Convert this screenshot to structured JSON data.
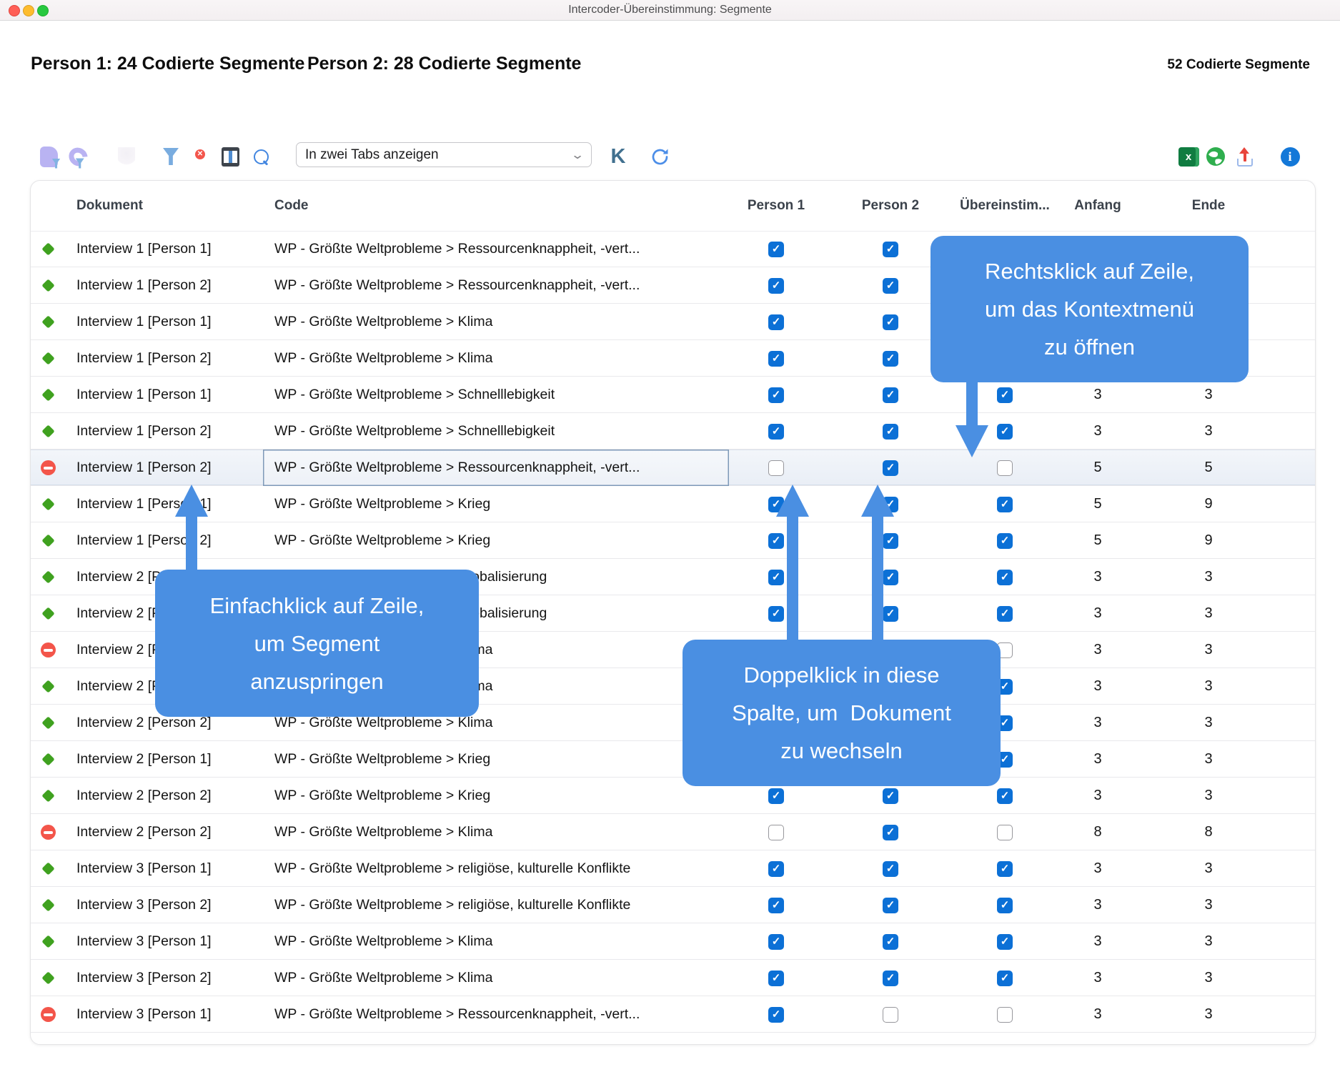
{
  "window": {
    "title": "Intercoder-Übereinstimmung: Segmente"
  },
  "summary": {
    "person1": "Person 1: 24 Codierte Segmente",
    "person2": "Person 2: 28 Codierte Segmente",
    "total": "52 Codierte Segmente"
  },
  "toolbar": {
    "dropdown_value": "In zwei Tabs anzeigen",
    "kappa_label": "K",
    "excel_label": "x",
    "info_label": "i",
    "left_icons": [
      "document-filter-icon",
      "coded-segments-filter-icon",
      "disabled-icon",
      "filter-icon",
      "remove-filter-icon",
      "table-view-icon",
      "search-icon"
    ],
    "right_icons": [
      "excel-export-icon",
      "html-export-icon",
      "upload-export-icon",
      "info-icon"
    ]
  },
  "table": {
    "columns": [
      "Dokument",
      "Code",
      "Person 1",
      "Person 2",
      "Übereinstim...",
      "Anfang",
      "Ende"
    ],
    "rows": [
      {
        "icon": "match",
        "dokument": "Interview 1 [Person 1]",
        "code": "WP - Größte Weltprobleme > Ressourcenknappheit, -vert...",
        "p1": true,
        "p2": true,
        "ue": null,
        "anfang": null,
        "ende": null,
        "selected": false
      },
      {
        "icon": "match",
        "dokument": "Interview 1 [Person 2]",
        "code": "WP - Größte Weltprobleme > Ressourcenknappheit, -vert...",
        "p1": true,
        "p2": true,
        "ue": null,
        "anfang": null,
        "ende": null,
        "selected": false
      },
      {
        "icon": "match",
        "dokument": "Interview 1 [Person 1]",
        "code": "WP - Größte Weltprobleme > Klima",
        "p1": true,
        "p2": true,
        "ue": null,
        "anfang": null,
        "ende": null,
        "selected": false
      },
      {
        "icon": "match",
        "dokument": "Interview 1 [Person 2]",
        "code": "WP - Größte Weltprobleme > Klima",
        "p1": true,
        "p2": true,
        "ue": null,
        "anfang": null,
        "ende": null,
        "selected": false
      },
      {
        "icon": "match",
        "dokument": "Interview 1 [Person 1]",
        "code": "WP - Größte Weltprobleme > Schnelllebigkeit",
        "p1": true,
        "p2": true,
        "ue": true,
        "anfang": "3",
        "ende": "3",
        "selected": false
      },
      {
        "icon": "match",
        "dokument": "Interview 1 [Person 2]",
        "code": "WP - Größte Weltprobleme > Schnelllebigkeit",
        "p1": true,
        "p2": true,
        "ue": true,
        "anfang": "3",
        "ende": "3",
        "selected": false
      },
      {
        "icon": "mismatch",
        "dokument": "Interview 1 [Person 2]",
        "code": "WP - Größte Weltprobleme > Ressourcenknappheit, -vert...",
        "p1": false,
        "p2": true,
        "ue": false,
        "anfang": "5",
        "ende": "5",
        "selected": true
      },
      {
        "icon": "match",
        "dokument": "Interview 1 [Person 1]",
        "code": "WP - Größte Weltprobleme > Krieg",
        "p1": true,
        "p2": true,
        "ue": true,
        "anfang": "5",
        "ende": "9",
        "selected": false
      },
      {
        "icon": "match",
        "dokument": "Interview 1 [Person 2]",
        "code": "WP - Größte Weltprobleme > Krieg",
        "p1": true,
        "p2": true,
        "ue": true,
        "anfang": "5",
        "ende": "9",
        "selected": false
      },
      {
        "icon": "match",
        "dokument": "Interview 2 [Person 1]",
        "code": "WP - Größte Weltprobleme > Globalisierung",
        "p1": true,
        "p2": true,
        "ue": true,
        "anfang": "3",
        "ende": "3",
        "selected": false
      },
      {
        "icon": "match",
        "dokument": "Interview 2 [Person 2]",
        "code": "WP - Größte Weltprobleme > Globalisierung",
        "p1": true,
        "p2": true,
        "ue": true,
        "anfang": "3",
        "ende": "3",
        "selected": false
      },
      {
        "icon": "mismatch",
        "dokument": "Interview 2 [Person 2]",
        "code": "WP - Größte Weltprobleme > Klima",
        "p1": null,
        "p2": null,
        "ue": false,
        "anfang": "3",
        "ende": "3",
        "selected": false
      },
      {
        "icon": "match",
        "dokument": "Interview 2 [Person 1]",
        "code": "WP - Größte Weltprobleme > Klima",
        "p1": null,
        "p2": null,
        "ue": true,
        "anfang": "3",
        "ende": "3",
        "selected": false
      },
      {
        "icon": "match",
        "dokument": "Interview 2 [Person 2]",
        "code": "WP - Größte Weltprobleme > Klima",
        "p1": null,
        "p2": null,
        "ue": true,
        "anfang": "3",
        "ende": "3",
        "selected": false
      },
      {
        "icon": "match",
        "dokument": "Interview 2 [Person 1]",
        "code": "WP - Größte Weltprobleme > Krieg",
        "p1": null,
        "p2": null,
        "ue": true,
        "anfang": "3",
        "ende": "3",
        "selected": false
      },
      {
        "icon": "match",
        "dokument": "Interview 2 [Person 2]",
        "code": "WP - Größte Weltprobleme > Krieg",
        "p1": true,
        "p2": true,
        "ue": true,
        "anfang": "3",
        "ende": "3",
        "selected": false
      },
      {
        "icon": "mismatch",
        "dokument": "Interview 2 [Person 2]",
        "code": "WP - Größte Weltprobleme > Klima",
        "p1": false,
        "p2": true,
        "ue": false,
        "anfang": "8",
        "ende": "8",
        "selected": false
      },
      {
        "icon": "match",
        "dokument": "Interview 3 [Person 1]",
        "code": "WP - Größte Weltprobleme > religiöse, kulturelle Konflikte",
        "p1": true,
        "p2": true,
        "ue": true,
        "anfang": "3",
        "ende": "3",
        "selected": false
      },
      {
        "icon": "match",
        "dokument": "Interview 3 [Person 2]",
        "code": "WP - Größte Weltprobleme > religiöse, kulturelle Konflikte",
        "p1": true,
        "p2": true,
        "ue": true,
        "anfang": "3",
        "ende": "3",
        "selected": false
      },
      {
        "icon": "match",
        "dokument": "Interview 3 [Person 1]",
        "code": "WP - Größte Weltprobleme > Klima",
        "p1": true,
        "p2": true,
        "ue": true,
        "anfang": "3",
        "ende": "3",
        "selected": false
      },
      {
        "icon": "match",
        "dokument": "Interview 3 [Person 2]",
        "code": "WP - Größte Weltprobleme > Klima",
        "p1": true,
        "p2": true,
        "ue": true,
        "anfang": "3",
        "ende": "3",
        "selected": false
      },
      {
        "icon": "mismatch",
        "dokument": "Interview 3 [Person 1]",
        "code": "WP - Größte Weltprobleme > Ressourcenknappheit, -vert...",
        "p1": true,
        "p2": false,
        "ue": false,
        "anfang": "3",
        "ende": "3",
        "selected": false
      }
    ]
  },
  "callouts": {
    "rechtsklick": {
      "text": "Rechtsklick auf Zeile,\num das Kontextmenü\nzu öffnen"
    },
    "einfachklick": {
      "text": "Einfachklick auf Zeile,\num Segment\nanzuspringen"
    },
    "doppelklick": {
      "text": "Doppelklick in diese\nSpalte, um  Dokument\nzu wechseln"
    }
  },
  "colors": {
    "callout_blue": "#4a8fe2",
    "checkbox_blue": "#0c70d6",
    "match_green": "#3fa11f",
    "mismatch_red": "#f3554a"
  }
}
